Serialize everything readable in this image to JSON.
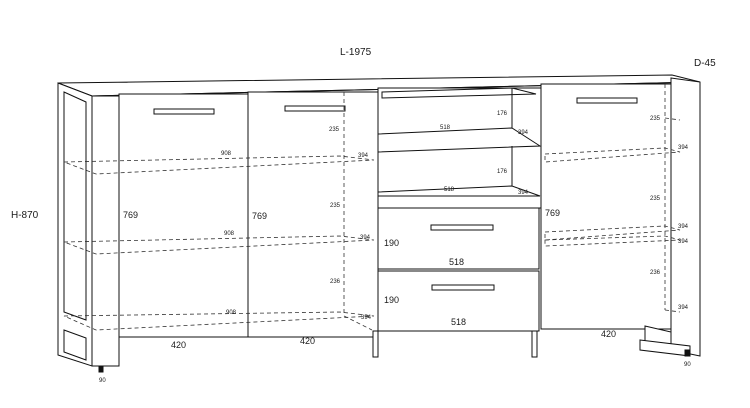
{
  "overall": {
    "length": "L-1975",
    "depth": "D-45",
    "height": "H-870"
  },
  "left_section": {
    "shelf_width_1": "908",
    "shelf_width_2": "908",
    "shelf_width_3": "908",
    "door_height_left": "769",
    "door_height_mid": "769",
    "spacing_1": "235",
    "spacing_2": "235",
    "spacing_3": "236",
    "depth_1": "394",
    "depth_2": "394",
    "depth_3": "394",
    "door_width_left": "420",
    "door_width_mid": "420",
    "leg_depth": "90"
  },
  "center_section": {
    "shelf_width_top": "518",
    "shelf_width_mid": "518",
    "shelf_height_top": "176",
    "shelf_height_mid": "176",
    "depth_top": "394",
    "depth_mid": "394",
    "drawer_height_top": "190",
    "drawer_height_bottom": "190",
    "drawer_width_top": "518",
    "drawer_width_bottom": "518"
  },
  "right_section": {
    "door_height": "769",
    "spacing_1": "235",
    "spacing_2": "235",
    "spacing_3": "236",
    "depth_1": "394",
    "depth_2": "394",
    "depth_3": "394",
    "depth_4": "394",
    "door_width": "420",
    "leg_depth": "90"
  }
}
